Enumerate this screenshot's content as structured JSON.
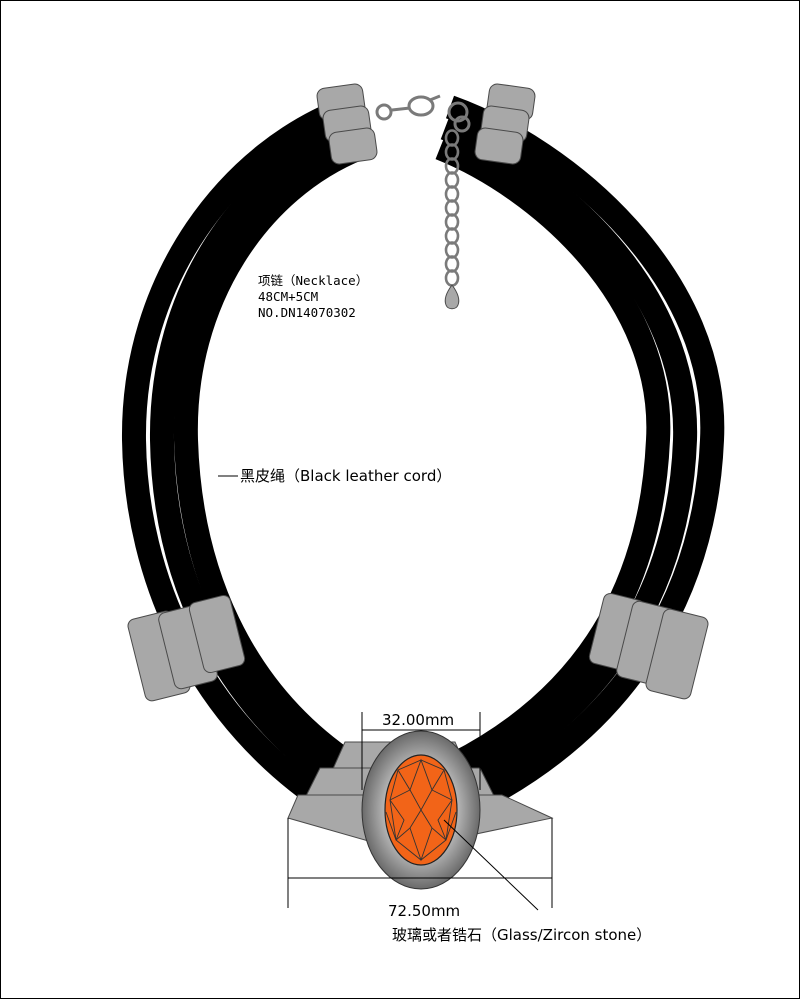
{
  "colors": {
    "cord": "#000000",
    "cord_gap": "#ffffff",
    "metal": "#a8a8a8",
    "metal_outline": "#4a4a4a",
    "stone": "#f26418",
    "bezel_light": "#e6e6e6",
    "bezel_dark": "#565656",
    "chain": "#7a7a7a"
  },
  "icons": [
    "lobster-clasp-icon",
    "extension-chain-icon",
    "chain-drop-icon"
  ],
  "info": {
    "title": "项链（Necklace）",
    "size": "48CM+5CM",
    "number": "NO.DN14070302"
  },
  "callouts": {
    "cord": "黑皮绳（Black leather cord）",
    "stone": "玻璃或者锆石（Glass/Zircon stone）"
  },
  "dimensions": {
    "stone_width": "32.00mm",
    "pendant_width": "72.50mm"
  }
}
